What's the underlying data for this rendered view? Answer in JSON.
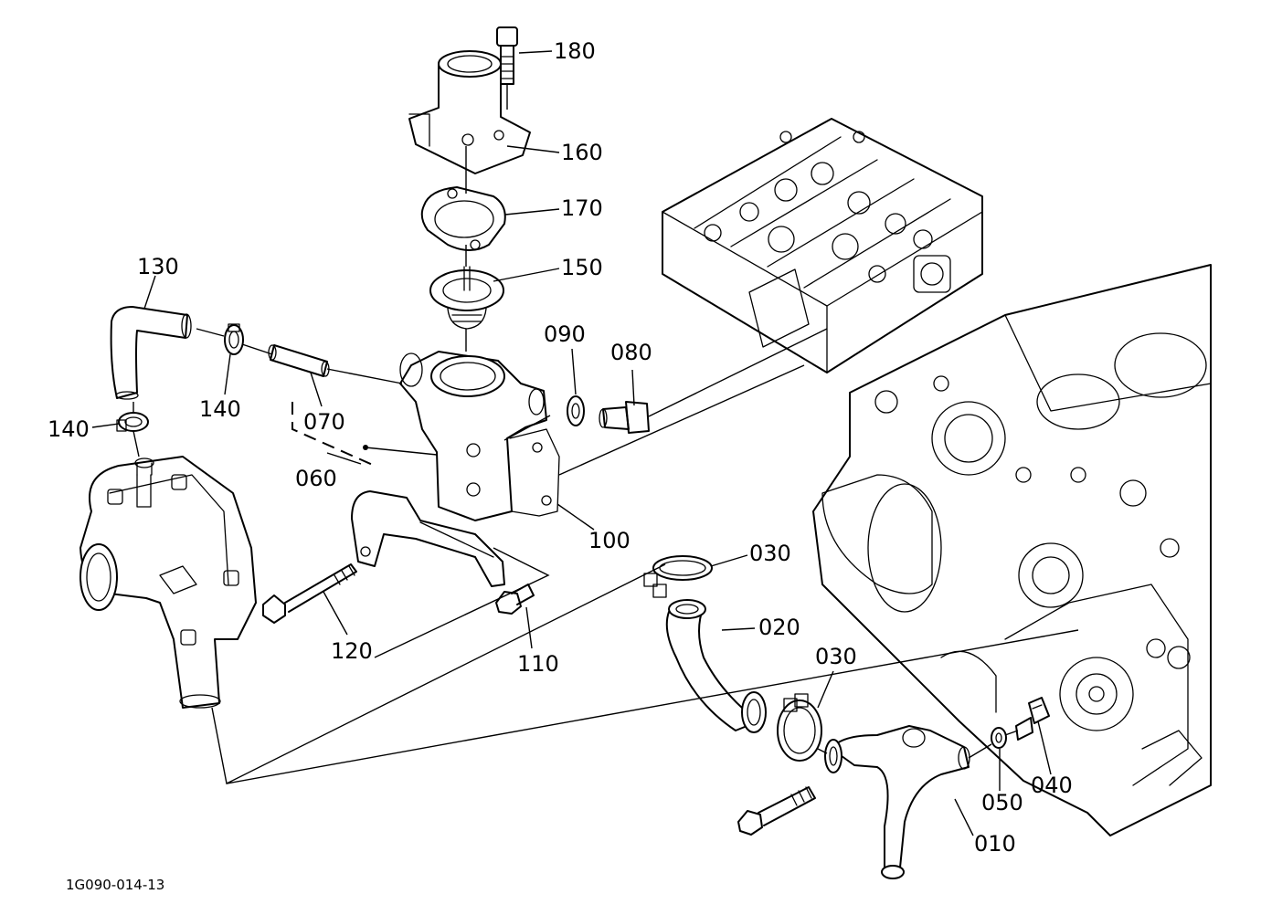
{
  "drawing_number": "1G090-014-13",
  "part_labels": {
    "p010": "010",
    "p020": "020",
    "p030a": "030",
    "p030b": "030",
    "p040": "040",
    "p050": "050",
    "p060": "060",
    "p070": "070",
    "p080": "080",
    "p090": "090",
    "p100": "100",
    "p110": "110",
    "p120": "120",
    "p130": "130",
    "p140a": "140",
    "p140b": "140",
    "p150": "150",
    "p160": "160",
    "p170": "170",
    "p180": "180"
  }
}
